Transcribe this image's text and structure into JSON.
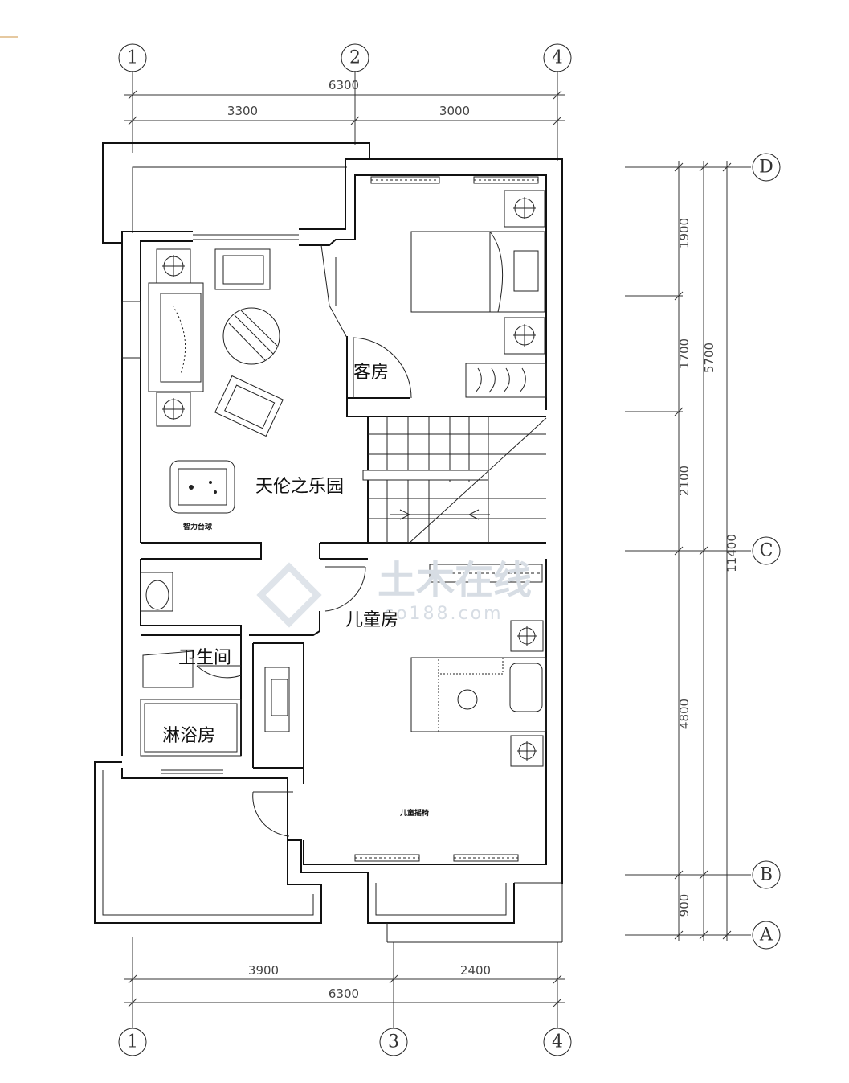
{
  "grid_axes": {
    "top": [
      "1",
      "2",
      "4"
    ],
    "bottom": [
      "1",
      "3",
      "4"
    ],
    "right": [
      "D",
      "C",
      "B",
      "A"
    ]
  },
  "dimensions": {
    "top_total": "6300",
    "top_left": "3300",
    "top_right": "3000",
    "bottom_left": "3900",
    "bottom_right": "2400",
    "bottom_total": "6300",
    "right_1900": "1900",
    "right_1700": "1700",
    "right_2100": "2100",
    "right_4800": "4800",
    "right_900": "900",
    "right_5700": "5700",
    "right_11400": "11400"
  },
  "rooms": {
    "guest_room": "客房",
    "family_room": "天伦之乐园",
    "children_room": "儿童房",
    "bathroom": "卫生间",
    "shower_room": "淋浴房"
  },
  "labels": {
    "pool_table": "智力台球",
    "children_swing": "儿童摇椅"
  },
  "watermark": {
    "brand": "土木在线",
    "url": "co188.com"
  }
}
